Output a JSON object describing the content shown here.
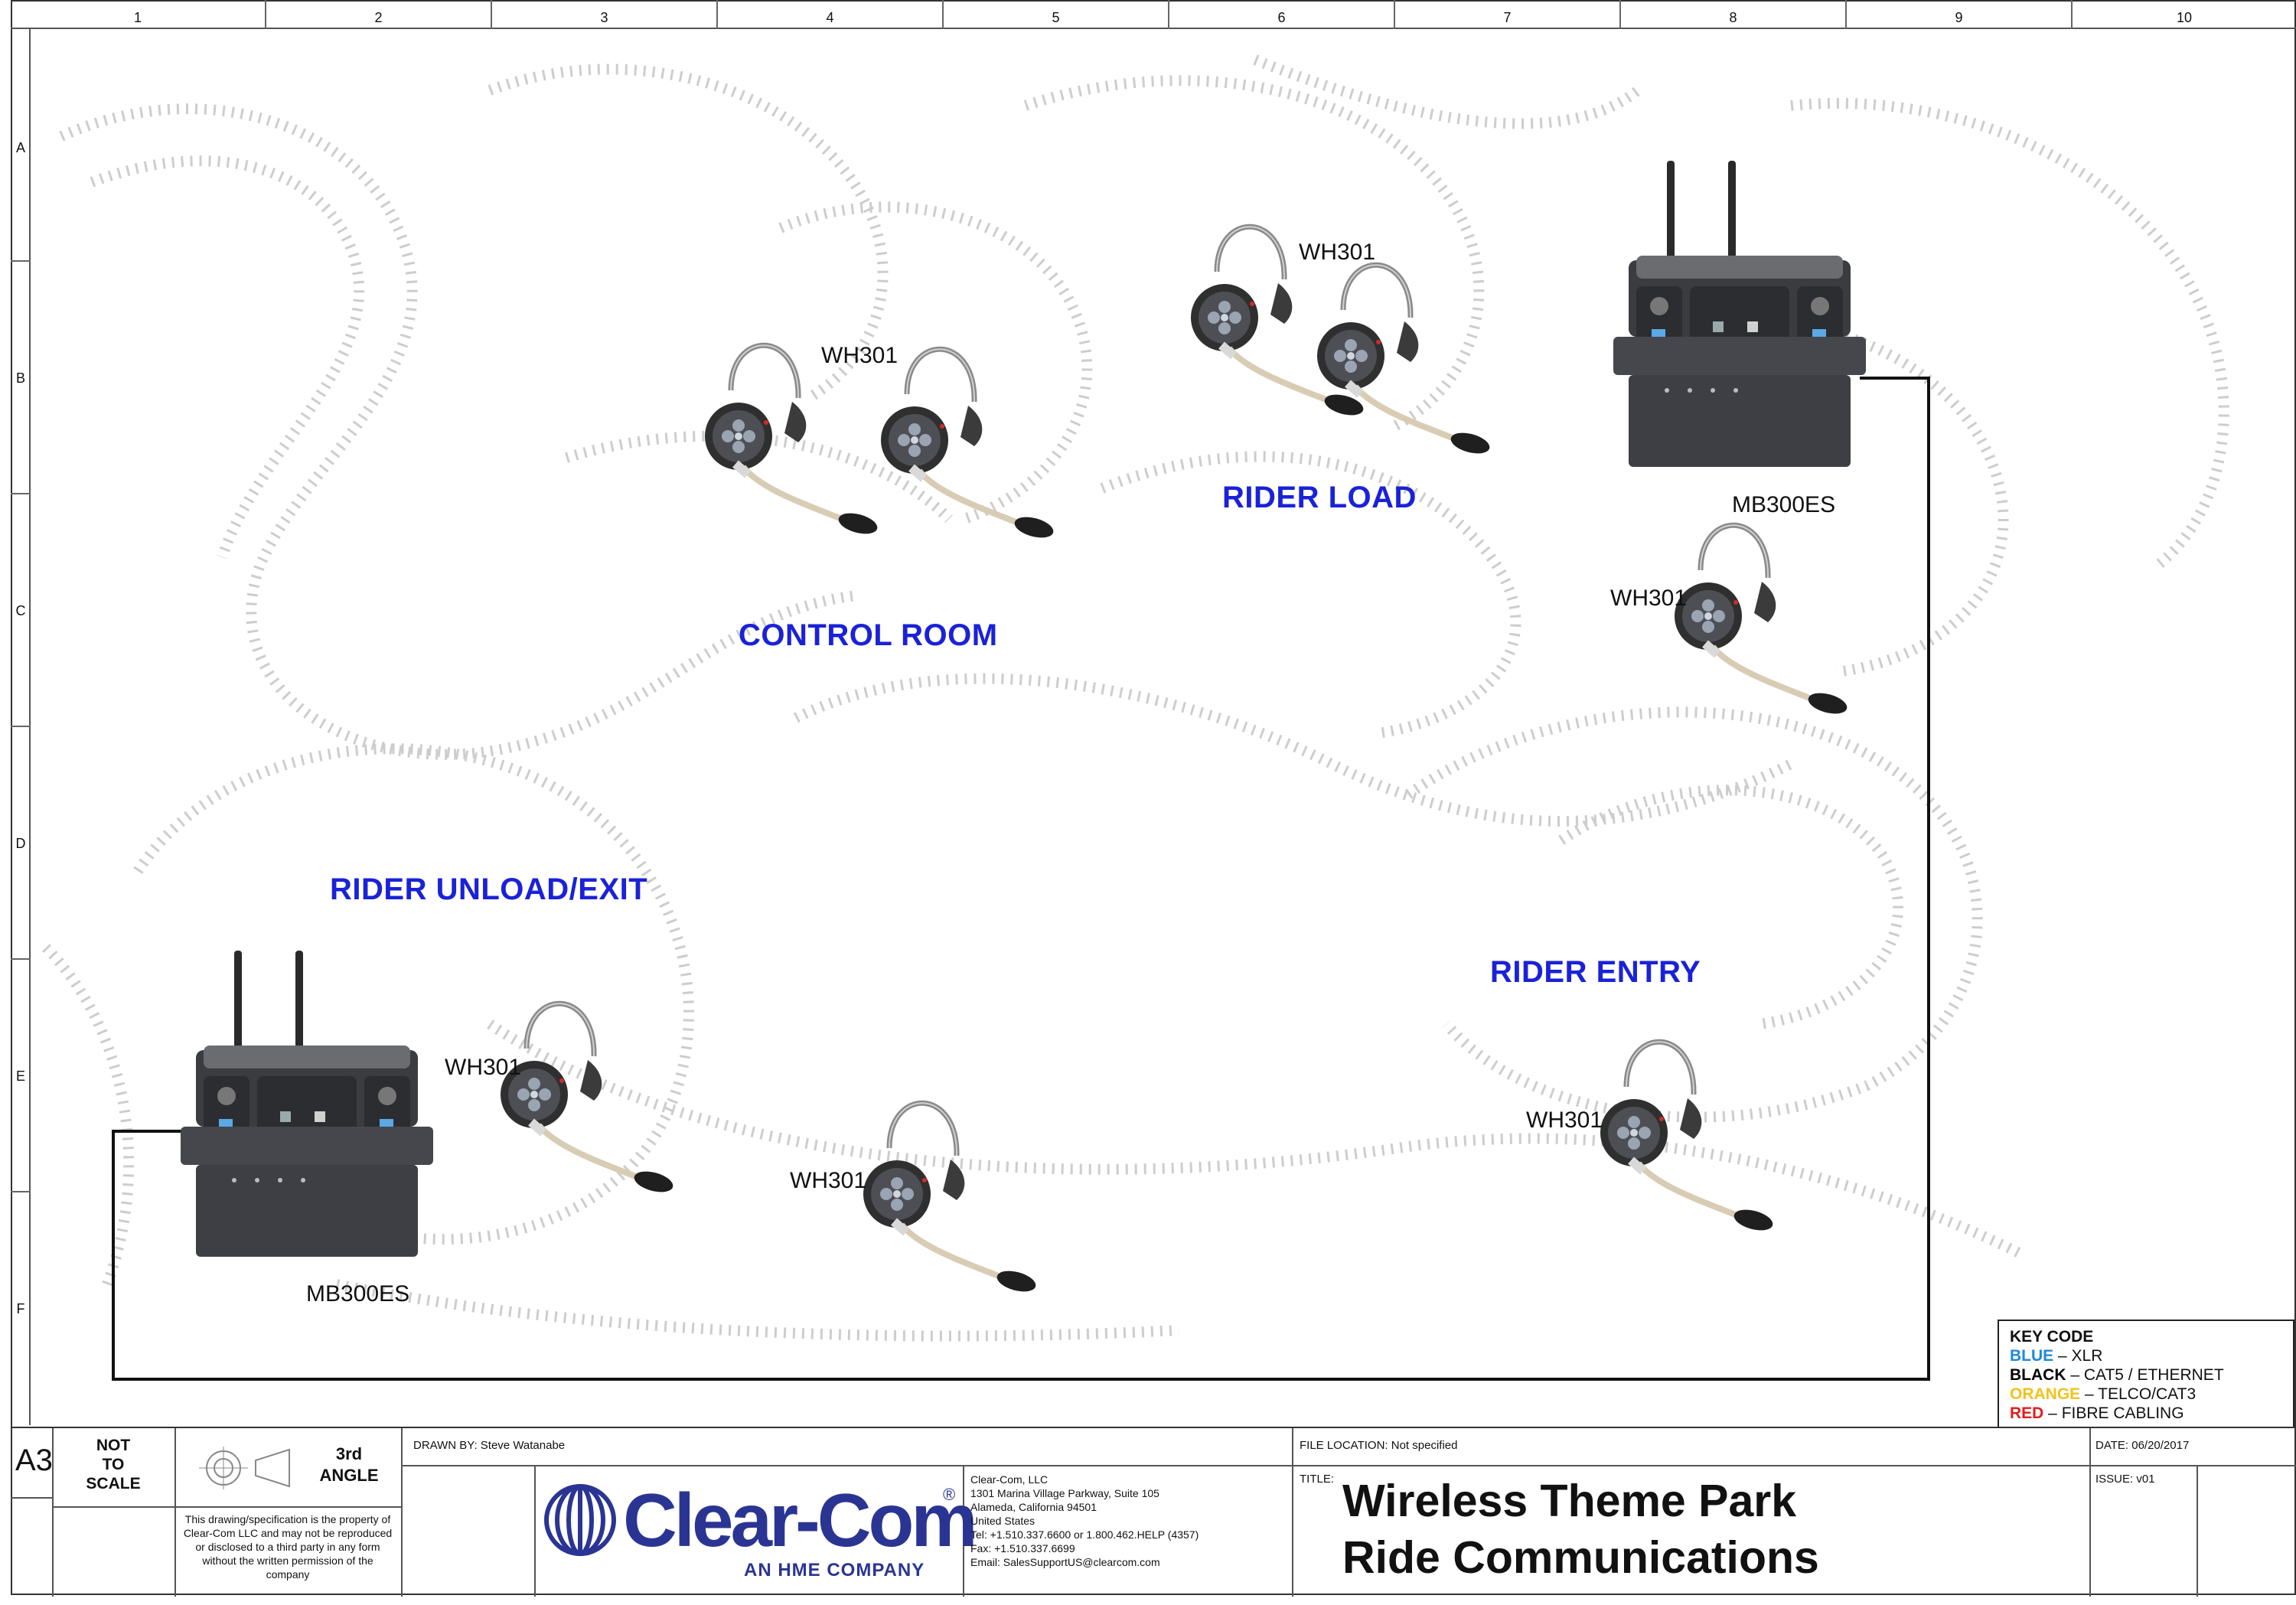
{
  "ruler": {
    "columns": [
      "1",
      "2",
      "3",
      "4",
      "5",
      "6",
      "7",
      "8",
      "9",
      "10"
    ],
    "rows": [
      "A",
      "B",
      "C",
      "D",
      "E",
      "F"
    ]
  },
  "devices": {
    "base_station_label": "MB300ES",
    "headset_label": "WH301"
  },
  "areas": {
    "control_room": "CONTROL ROOM",
    "rider_load": "RIDER LOAD",
    "rider_unload": "RIDER UNLOAD/EXIT",
    "rider_entry": "RIDER ENTRY"
  },
  "key_code": {
    "title": "KEY CODE",
    "blue_word": "BLUE",
    "blue_desc": " – XLR",
    "black_word": "BLACK",
    "black_desc": " – CAT5 / ETHERNET",
    "orange_word": "ORANGE",
    "orange_desc": "  – TELCO/CAT3",
    "red_word": "RED",
    "red_desc": " – FIBRE CABLING",
    "colors": {
      "blue": "#1d8ad6",
      "black": "#000000",
      "orange": "#f3c21a",
      "red": "#e31c1c"
    }
  },
  "title_block": {
    "sheet_size": "A3",
    "scale_line1": "NOT",
    "scale_line2": "TO",
    "scale_line3": "SCALE",
    "angle_line1": "3rd",
    "angle_line2": "ANGLE",
    "property_notice": "This drawing/specification is the property of Clear-Com LLC and may not be reproduced or disclosed to a third party in any form without the written permission of the company",
    "drawn_by": "DRAWN BY:  Steve Watanabe",
    "file_location": "FILE LOCATION: Not specified",
    "date": "DATE: 06/20/2017",
    "issue": "ISSUE: v01",
    "title_label": "TITLE:",
    "title": "Wireless Theme Park Ride Communications",
    "logo": "Clear-Com",
    "logo_registered": "®",
    "logo_tagline": "AN HME COMPANY",
    "company_address": "Clear-Com, LLC\n1301 Marina Village Parkway, Suite 105\nAlameda, California 94501\nUnited States\nTel: +1.510.337.6600 or 1.800.462.HELP (4357)\nFax: +1.510.337.6699\nEmail: SalesSupportUS@clearcom.com"
  }
}
